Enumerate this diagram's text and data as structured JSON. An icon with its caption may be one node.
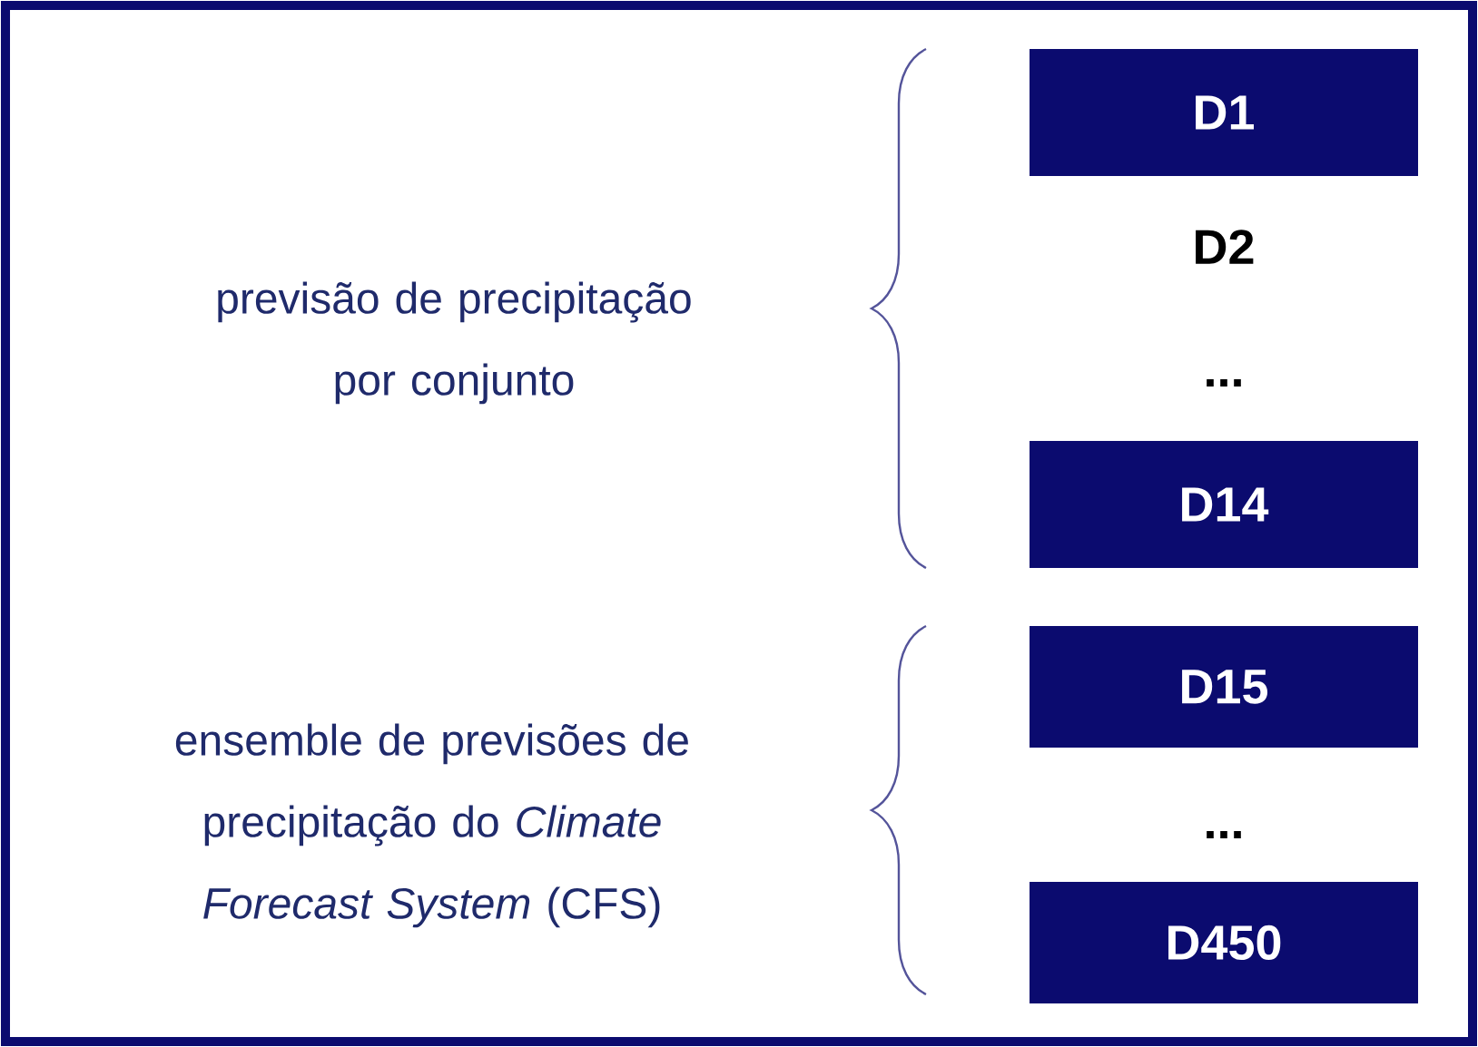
{
  "diagram": {
    "nodes": [
      {
        "text": [
          "D1"
        ]
      },
      {
        "text": [
          "D14"
        ]
      },
      {
        "text": [
          "D15"
        ]
      },
      {
        "text": [
          "D450"
        ]
      }
    ],
    "labels": [
      "previsão de precipitação por conjunto",
      "D2",
      "...",
      "ensemble de previsões de precipitação do *Climate Forecast System* (CFS)",
      "..."
    ]
  }
}
